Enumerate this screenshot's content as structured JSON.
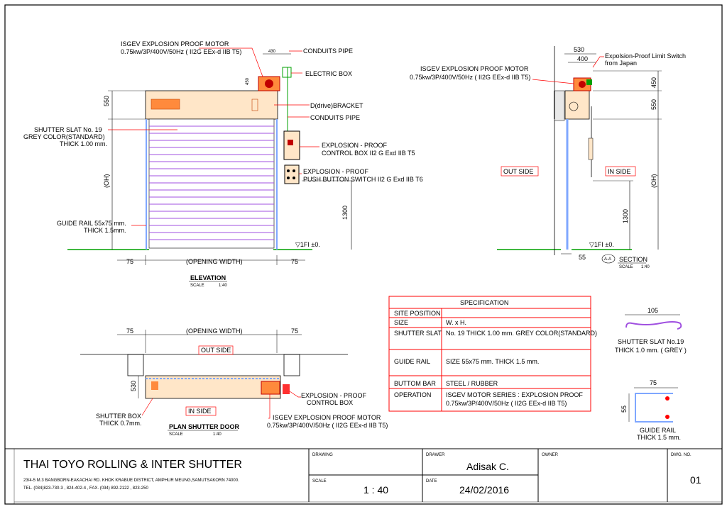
{
  "colors": {
    "frame": "#000000",
    "leader": "#ff0000",
    "slat": "#a050e0",
    "box": "#ffe6c8",
    "guide": "#7fa7ff",
    "green": "#00a000",
    "pink": "#ff66cc"
  },
  "elevation": {
    "motor_label_1": "ISGEV EXPLOSION PROOF MOTOR",
    "motor_label_2": "0.75kw/3P/400V/50Hz ( II2G EEx-d IIB T5)",
    "conduits_pipe_top": "CONDUITS PIPE",
    "electric_box": "ELECTRIC BOX",
    "d_bracket": "D(drive)BRACKET",
    "conduits_pipe_bottom": "CONDUITS PIPE",
    "slat_label_1": "SHUTTER SLAT No. 19",
    "slat_label_2": "GREY COLOR(STANDARD)",
    "slat_label_3": "THICK 1.00 mm.",
    "control_box_1": "EXPLOSION - PROOF",
    "control_box_2": "CONTROL BOX II2 G Exd IIB T5",
    "push_button_1": "EXPLOSION - PROOF",
    "push_button_2": "PUSH BUTTON SWITCH II2 G Exd IIB T6",
    "guide_rail_1": "GUIDE RAIL 55x75 mm.",
    "guide_rail_2": "THICK 1.5mm.",
    "dim_550": "550",
    "dim_oh": "(OH)",
    "dim_1300": "1300",
    "dim_450": "450",
    "dim_430": "430",
    "floor_level": "▽1FI ±0.",
    "dim_75_left": "75",
    "dim_opening": "(OPENING WIDTH)",
    "dim_75_right": "75",
    "title": "ELEVATION",
    "scale_label": "SCALE",
    "scale_value": "1:40"
  },
  "section": {
    "dim_530": "530",
    "dim_400": "400",
    "limit_switch_1": "Expolsion-Proof Limit Switch",
    "limit_switch_2": "from Japan",
    "motor_label_1": "ISGEV EXPLOSION PROOF MOTOR",
    "motor_label_2": "0.75kw/3P/400V/50Hz ( II2G EEx-d IIB T5)",
    "dim_450": "450",
    "dim_550": "550",
    "out_side": "OUT SIDE",
    "in_side": "IN SIDE",
    "dim_oh": "(OH)",
    "dim_1300": "1300",
    "floor_level": "▽1FI ±0.",
    "dim_55": "55",
    "marker": "A-A",
    "title": "SECTION",
    "scale_label": "SCALE",
    "scale_value": "1:40"
  },
  "plan": {
    "dim_75_left": "75",
    "dim_opening": "(OPENING WIDTH)",
    "dim_75_right": "75",
    "out_side": "OUT SIDE",
    "in_side": "IN SIDE",
    "dim_530": "530",
    "control_box_1": "EXPLOSION - PROOF",
    "control_box_2": "CONTROL BOX",
    "shutter_box_1": "SHUTTER BOX",
    "shutter_box_2": "THICK 0.7mm.",
    "title": "PLAN SHUTTER DOOR",
    "scale_label": "SCALE",
    "scale_value": "1:40",
    "motor_label_1": "ISGEV EXPLOSION PROOF MOTOR",
    "motor_label_2": "0.75kw/3P/400V/50Hz ( II2G EEx-d IIB T5)"
  },
  "specification": {
    "title": "SPECIFICATION",
    "rows": [
      {
        "label": "SITE POSITION",
        "value": ""
      },
      {
        "label": "SIZE",
        "value": "W.  x H."
      },
      {
        "label": "SHUTTER  SLAT",
        "value": "No. 19 THICK 1.00 mm. GREY COLOR(STANDARD)"
      },
      {
        "label": "GUIDE RAIL",
        "value": "SIZE 55x75 mm. THICK 1.5 mm."
      },
      {
        "label": "BUTTOM BAR",
        "value": "STEEL / RUBBER"
      },
      {
        "label": "OPERATION",
        "value": "ISGEV MOTOR SERIES : EXPLOSION PROOF",
        "value2": "0.75kw/3P/400V/50Hz ( II2G EEx-d IIB T5)"
      }
    ]
  },
  "slat_detail": {
    "dim": "105",
    "label_1": "SHUTTER  SLAT No.19",
    "label_2": "THICK 1.0 mm. ( GREY )"
  },
  "guide_detail": {
    "dim_75": "75",
    "dim_55": "55",
    "label_1": "GUIDE RAIL",
    "label_2": "THICK 1.5 mm."
  },
  "title_block": {
    "company": "THAI  TOYO ROLLING & INTER SHUTTER",
    "address": "23/4-5 M.3 BANGBORN-EAKACHAI RD. KHOK KRABUE DISTRICT, AMPHUR MEUNG,SAMUTSAKORN 74000.",
    "phone": "TEL. (034)823-730-3 , 824-402-4 , FAX. (034) 892-2122 , 823-250",
    "drawing_label": "DRAWING",
    "drawing_value": "",
    "scale_label": "SCALE",
    "scale_value": "1 : 40",
    "drawer_label": "DRAWER",
    "drawer_value": "Adisak C.",
    "date_label": "DATE",
    "date_value": "24/02/2016",
    "owner_label": "OWNER",
    "owner_value": "",
    "dwg_label": "DWG. NO.",
    "dwg_value": "01"
  }
}
